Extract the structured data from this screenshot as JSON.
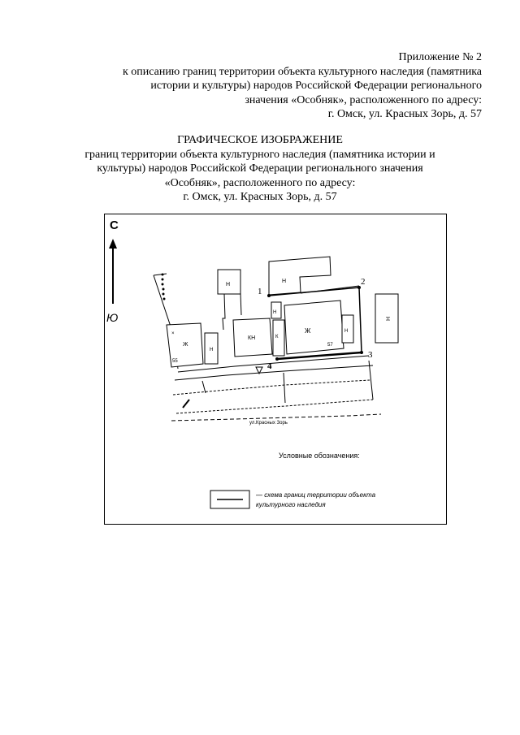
{
  "appendix": {
    "line1": "Приложение № 2",
    "line2": "к описанию границ территории объекта культурного наследия (памятника",
    "line3": "истории и культуры) народов Российской Федерации регионального",
    "line4": "значения «Особняк», расположенного по адресу:",
    "line5": "г. Омск, ул. Красных Зорь, д. 57"
  },
  "heading": {
    "title": "ГРАФИЧЕСКОЕ ИЗОБРАЖЕНИЕ",
    "line1": "границ территории объекта культурного наследия (памятника истории и",
    "line2": "культуры) народов Российской Федерации регионального значения",
    "line3": "«Особняк», расположенного по адресу:",
    "line4": "г. Омск, ул. Красных Зорь, д. 57"
  },
  "map": {
    "compass_north": "С",
    "compass_south": "Ю",
    "points": {
      "p1": "1",
      "p2": "2",
      "p3": "3",
      "p4": "4"
    },
    "building_labels": {
      "n1": "Н",
      "n2": "Н",
      "n3": "Н",
      "n4": "Н",
      "n5": "Н",
      "n6": "Н",
      "zh1": "Ж",
      "zh2": "Ж",
      "kn": "КН",
      "k": "К"
    },
    "house_numbers": {
      "h55": "55",
      "h57": "57"
    },
    "street": "ул.Красных Зорь",
    "legend_title": "Условные обозначения:",
    "legend_text_1": "— схема границ территории объекта",
    "legend_text_2": "культурного наследия"
  }
}
